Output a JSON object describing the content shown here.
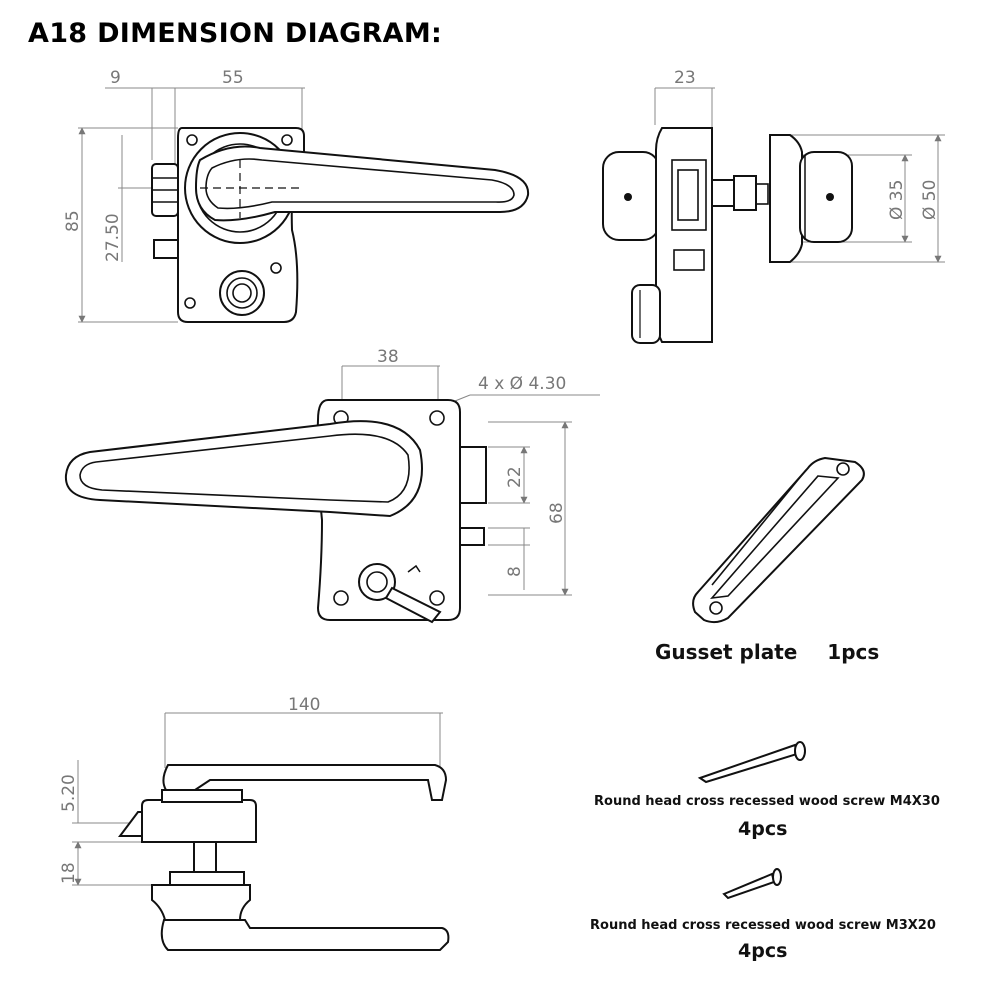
{
  "title": "A18 DIMENSION DIAGRAM:",
  "dimensions": {
    "top_left_width_small": "9",
    "top_left_width_main": "55",
    "top_left_height": "85",
    "top_left_offset": "27.50",
    "side_thickness": "23",
    "side_dia_inner": "Ø 35",
    "side_dia_outer": "Ø 50",
    "back_width": "38",
    "back_holes": "4 x Ø 4.30",
    "back_latch": "22",
    "back_height": "68",
    "back_bolt": "8",
    "bottom_length": "140",
    "bottom_offset": "5.20",
    "bottom_thickness": "18"
  },
  "parts": {
    "gusset_name": "Gusset plate",
    "gusset_qty": "1pcs",
    "screw1_name": "Round head cross recessed wood screw M4X30",
    "screw1_qty": "4pcs",
    "screw2_name": "Round head cross recessed wood screw M3X20",
    "screw2_qty": "4pcs"
  }
}
